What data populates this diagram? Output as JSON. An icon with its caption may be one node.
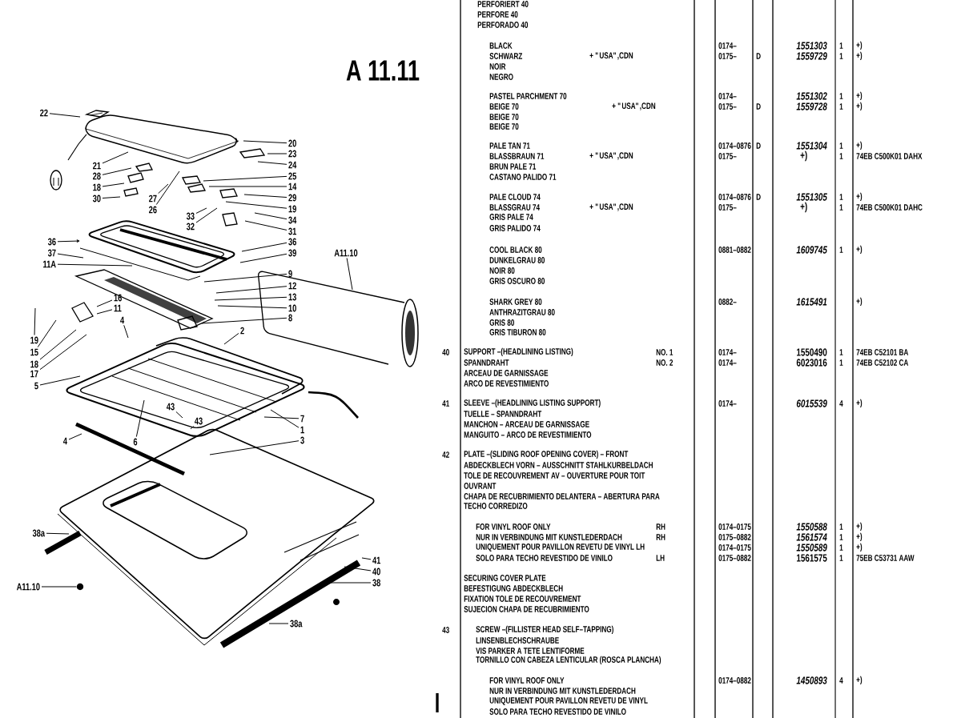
{
  "diagram": {
    "title": "A 11.11",
    "nodes": [
      {
        "text": [
          "22"
        ]
      },
      {
        "text": [
          "21"
        ]
      },
      {
        "text": [
          "28"
        ]
      },
      {
        "text": [
          "18"
        ]
      },
      {
        "text": [
          "30"
        ]
      },
      {
        "text": [
          "27"
        ]
      },
      {
        "text": [
          "26"
        ]
      },
      {
        "text": [
          "33"
        ]
      },
      {
        "text": [
          "32"
        ]
      },
      {
        "text": [
          "20"
        ]
      },
      {
        "text": [
          "23"
        ]
      },
      {
        "text": [
          "24"
        ]
      },
      {
        "text": [
          "25"
        ]
      },
      {
        "text": [
          "14"
        ]
      },
      {
        "text": [
          "29"
        ]
      },
      {
        "text": [
          "19"
        ]
      },
      {
        "text": [
          "34"
        ]
      },
      {
        "text": [
          "31"
        ]
      },
      {
        "text": [
          "36"
        ]
      },
      {
        "text": [
          "39"
        ]
      },
      {
        "text": [
          "9"
        ]
      },
      {
        "text": [
          "12"
        ]
      },
      {
        "text": [
          "13"
        ]
      },
      {
        "text": [
          "10"
        ]
      },
      {
        "text": [
          "8"
        ]
      },
      {
        "text": [
          "2"
        ]
      },
      {
        "text": [
          "36"
        ]
      },
      {
        "text": [
          "37"
        ]
      },
      {
        "text": [
          "11A"
        ]
      },
      {
        "text": [
          "16"
        ]
      },
      {
        "text": [
          "11"
        ]
      },
      {
        "text": [
          "4"
        ]
      },
      {
        "text": [
          "19"
        ]
      },
      {
        "text": [
          "15"
        ]
      },
      {
        "text": [
          "18"
        ]
      },
      {
        "text": [
          "17"
        ]
      },
      {
        "text": [
          "5"
        ]
      },
      {
        "text": [
          "6"
        ]
      },
      {
        "text": [
          "43"
        ]
      },
      {
        "text": [
          "43"
        ]
      },
      {
        "text": [
          "4"
        ]
      },
      {
        "text": [
          "7"
        ]
      },
      {
        "text": [
          "1"
        ]
      },
      {
        "text": [
          "3"
        ]
      },
      {
        "text": [
          "A11.10"
        ]
      },
      {
        "text": [
          "38a"
        ]
      },
      {
        "text": [
          "A11.10"
        ]
      },
      {
        "text": [
          "41"
        ]
      },
      {
        "text": [
          "40"
        ]
      },
      {
        "text": [
          "38"
        ]
      },
      {
        "text": [
          "38a"
        ]
      },
      {
        "text": [],
        "shape": "circle"
      }
    ],
    "edges": [
      {
        "from": 0,
        "to": null,
        "arrow": "none"
      },
      {
        "from": 1,
        "to": null,
        "arrow": "none"
      },
      {
        "from": 2,
        "to": null,
        "arrow": "none"
      },
      {
        "from": 3,
        "to": null,
        "arrow": "none"
      },
      {
        "from": 4,
        "to": null,
        "arrow": "none"
      },
      {
        "from": 5,
        "to": null,
        "arrow": "none"
      },
      {
        "from": 6,
        "to": null,
        "arrow": "none"
      },
      {
        "from": 7,
        "to": null,
        "arrow": "none"
      },
      {
        "from": 8,
        "to": null,
        "arrow": "none"
      },
      {
        "from": 9,
        "to": null,
        "arrow": "none"
      },
      {
        "from": 10,
        "to": null,
        "arrow": "none"
      },
      {
        "from": 11,
        "to": null,
        "arrow": "none"
      },
      {
        "from": 12,
        "to": null,
        "arrow": "none"
      },
      {
        "from": 13,
        "to": null,
        "arrow": "none"
      },
      {
        "from": 14,
        "to": null,
        "arrow": "none"
      },
      {
        "from": 15,
        "to": null,
        "arrow": "none"
      },
      {
        "from": 16,
        "to": null,
        "arrow": "none"
      },
      {
        "from": 17,
        "to": null,
        "arrow": "none"
      },
      {
        "from": 18,
        "to": null,
        "arrow": "none"
      },
      {
        "from": 19,
        "to": null,
        "arrow": "none"
      },
      {
        "from": 20,
        "to": null,
        "arrow": "none"
      },
      {
        "from": 21,
        "to": null,
        "arrow": "none"
      },
      {
        "from": 22,
        "to": null,
        "arrow": "none"
      },
      {
        "from": 23,
        "to": null,
        "arrow": "none"
      },
      {
        "from": 24,
        "to": null,
        "arrow": "none"
      },
      {
        "from": 25,
        "to": null,
        "arrow": "none"
      },
      {
        "from": 26,
        "to": null,
        "arrow": "to"
      },
      {
        "from": 27,
        "to": null,
        "arrow": "none"
      },
      {
        "from": 28,
        "to": null,
        "arrow": "none"
      },
      {
        "from": 29,
        "to": null,
        "arrow": "none"
      },
      {
        "from": 30,
        "to": null,
        "arrow": "none"
      },
      {
        "from": 31,
        "to": null,
        "arrow": "none"
      },
      {
        "from": 32,
        "to": null,
        "arrow": "none"
      },
      {
        "from": 33,
        "to": null,
        "arrow": "none"
      },
      {
        "from": 34,
        "to": null,
        "arrow": "none"
      },
      {
        "from": 35,
        "to": null,
        "arrow": "none"
      },
      {
        "from": 36,
        "to": null,
        "arrow": "none"
      },
      {
        "from": 37,
        "to": null,
        "arrow": "none"
      },
      {
        "from": 38,
        "to": null,
        "arrow": "none"
      },
      {
        "from": 39,
        "to": null,
        "arrow": "none"
      },
      {
        "from": 40,
        "to": null,
        "arrow": "none"
      },
      {
        "from": 41,
        "to": null,
        "arrow": "none"
      },
      {
        "from": 42,
        "to": null,
        "arrow": "none"
      },
      {
        "from": 43,
        "to": null,
        "arrow": "none"
      },
      {
        "from": 44,
        "to": null,
        "arrow": "none"
      },
      {
        "from": 45,
        "to": null,
        "arrow": "none"
      },
      {
        "from": 46,
        "to": 51,
        "arrow": "none"
      },
      {
        "from": 47,
        "to": null,
        "arrow": "none"
      },
      {
        "from": 48,
        "to": null,
        "arrow": "none"
      },
      {
        "from": 49,
        "to": null,
        "arrow": "none"
      },
      {
        "from": 50,
        "to": null,
        "arrow": "none"
      }
    ],
    "labels": [
      "PERFORIERT 40",
      "PERFORE 40",
      "PERFORADO 40",
      "BLACK",
      "0174–",
      "1551303",
      "1",
      "+)",
      "SCHWARZ",
      "+ \"USA\",CDN",
      "0175–",
      "D",
      "1559729",
      "1",
      "+)",
      "NOIR",
      "NEGRO",
      "PASTEL PARCHMENT 70",
      "0174–",
      "1551302",
      "1",
      "+)",
      "BEIGE 70",
      "+ \"USA\",CDN",
      "0175–",
      "D",
      "1559728",
      "1",
      "+)",
      "BEIGE 70",
      "BEIGE 70",
      "PALE TAN 71",
      "0174–0876",
      "D",
      "1551304",
      "1",
      "+)",
      "BLASSBRAUN 71",
      "+ \"USA\",CDN",
      "0175–",
      "+)",
      "1",
      "74EB C500K01 DAHX",
      "BRUN PALE 71",
      "CASTANO PALIDO 71",
      "PALE CLOUD 74",
      "0174–0876",
      "D",
      "1551305",
      "1",
      "+)",
      "BLASSGRAU 74",
      "+ \"USA\",CDN",
      "0175–",
      "+)",
      "1",
      "74EB C500K01 DAHC",
      "GRIS PALE 74",
      "GRIS PALIDO 74",
      "COOL BLACK 80",
      "0881–0882",
      "1609745",
      "1",
      "+)",
      "DUNKELGRAU 80",
      "NOIR 80",
      "GRIS OSCURO 80",
      "SHARK GREY 80",
      "0882–",
      "1615491",
      "+)",
      "ANTHRAZITGRAU 80",
      "GRIS 80",
      "GRIS TIBURON 80",
      "40",
      "SUPPORT –(HEADLINING LISTING)",
      "NO. 1",
      "0174–",
      "1550490",
      "1",
      "74EB C52101 BA",
      "SPANNDRAHT",
      "NO. 2",
      "0174–",
      "6023016",
      "1",
      "74EB C52102 CA",
      "ARCEAU DE GARNISSAGE",
      "ARCO DE REVESTIMIENTO",
      "41",
      "SLEEVE –(HEADLINING LISTING SUPPORT)",
      "0174–",
      "6015539",
      "4",
      "+)",
      "TUELLE – SPANNDRAHT",
      "MANCHON – ARCEAU DE GARNISSAGE",
      "MANGUITO – ARCO DE REVESTIMIENTO",
      "42",
      "PLATE –(SLIDING ROOF OPENING COVER) – FRONT",
      "ABDECKBLECH VORN – AUSSCHNITT STAHLKURBELDACH",
      "TOLE DE RECOUVREMENT AV – OUVERTURE POUR TOIT",
      "OUVRANT",
      "CHAPA DE RECUBRIMIENTO DELANTERA – ABERTURA PARA",
      "TECHO CORREDIZO",
      "FOR VINYL ROOF ONLY",
      "RH",
      "0174–0175",
      "1550588",
      "1",
      "+)",
      "NUR IN VERBINDUNG MIT KUNSTLEDERDACH",
      "RH",
      "0175–0882",
      "1561574",
      "1",
      "+)",
      "UNIQUEMENT POUR PAVILLON REVETU DE VINYL LH",
      "0174–0175",
      "1550589",
      "1",
      "+)",
      "SOLO PARA TECHO REVESTIDO DE VINILO",
      "LH",
      "0175–0882",
      "1561575",
      "1",
      "75EB C53731 AAW",
      "SECURING COVER PLATE",
      "BEFESTIGUNG ABDECKBLECH",
      "FIXATION TOLE DE RECOUVREMENT",
      "SUJECION CHAPA DE RECUBRIMIENTO",
      "43",
      "SCREW –(FILLISTER HEAD SELF–TAPPING)",
      "LINSENBLECHSCHRAUBE",
      "VIS PARKER A TETE LENTIFORME",
      "TORNILLO CON CABEZA LENTICULAR (ROSCA PLANCHA)",
      "FOR VINYL ROOF ONLY",
      "0174–0882",
      "1450893",
      "4",
      "+)",
      "NUR IN VERBINDUNG MIT KUNSTLEDERDACH",
      "UNIQUEMENT POUR PAVILLON REVETU DE VINYL",
      "SOLO PARA TECHO REVESTIDO DE VINILO"
    ]
  }
}
